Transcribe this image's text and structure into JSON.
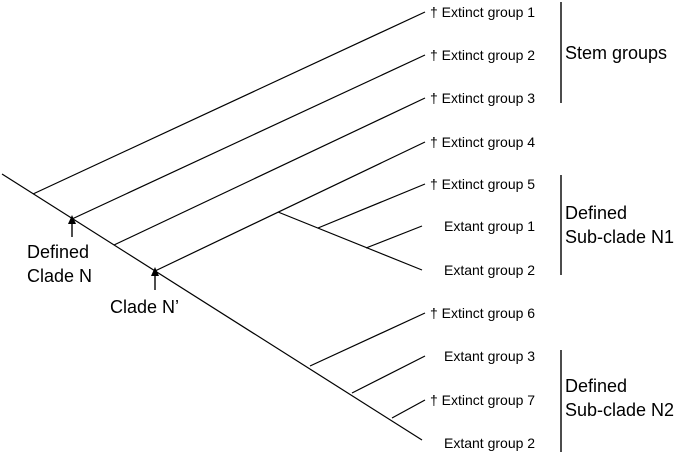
{
  "leaves": [
    "† Extinct group 1",
    "† Extinct group 2",
    "† Extinct group 3",
    "† Extinct group 4",
    "† Extinct group 5",
    "Extant group 1",
    "Extant group 2",
    "† Extinct group 6",
    "Extant group 3",
    "† Extinct group 7",
    "Extant group 2"
  ],
  "groups": {
    "stem": "Stem groups",
    "n1_line1": "Defined",
    "n1_line2": "Sub-clade N1",
    "n2_line1": "Defined",
    "n2_line2": "Sub-clade N2"
  },
  "nodes": {
    "clade_n_line1": "Defined",
    "clade_n_line2": "Clade N",
    "clade_n_prime": "Clade N’"
  }
}
